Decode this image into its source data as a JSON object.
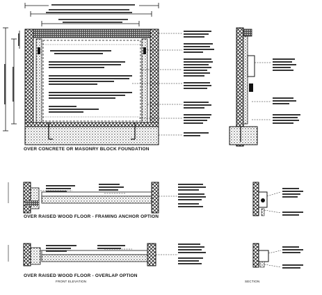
{
  "sections": [
    {
      "id": "concrete",
      "title": "OVER CONCRETE OR MASONRY BLOCK FOUNDATION"
    },
    {
      "id": "raised_anchor",
      "title": "OVER RAISED WOOD FLOOR - FRAMING ANCHOR OPTION"
    },
    {
      "id": "raised_overlap",
      "title": "OVER RAISED WOOD FLOOR - OVERLAP OPTION"
    }
  ],
  "views": {
    "front": "FRONT ELEVATION",
    "side": "SECTION"
  },
  "colors": {
    "ink": "#111111",
    "paper": "#ffffff",
    "hatch": "#333333"
  }
}
